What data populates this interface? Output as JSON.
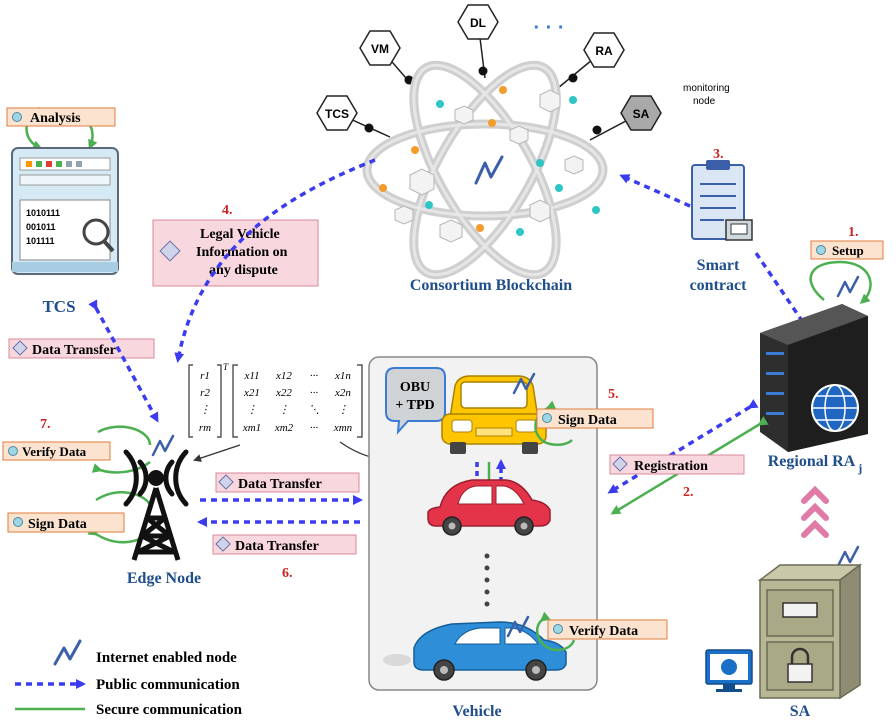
{
  "blockchain": {
    "title": "Consortium Blockchain",
    "nodes": [
      "TCS",
      "VM",
      "DL",
      "RA",
      "SA"
    ],
    "ellipsis": "· · ·",
    "monitoring_node_label": "monitoring node",
    "monitoring_line1": "monitoring",
    "monitoring_line2": "node"
  },
  "tcs": {
    "label": "TCS",
    "analysis_tag": "Analysis",
    "screen_lines": [
      "1010111",
      "001011",
      "101111"
    ]
  },
  "smart_contract": {
    "line1": "Smart",
    "line2": "contract"
  },
  "regional_ra": {
    "label": "Regional RA",
    "subscript": "j",
    "setup_tag": "Setup"
  },
  "sa": {
    "label": "SA"
  },
  "edge_node": {
    "label": "Edge Node",
    "verify_tag": "Verify Data",
    "sign_tag": "Sign Data"
  },
  "vehicle": {
    "label": "Vehicle",
    "obu_line1": "OBU",
    "obu_line2": "+ TPD",
    "sign_tag": "Sign Data",
    "verify_tag": "Verify Data"
  },
  "steps": {
    "s1": "1.",
    "s2": "2.",
    "s3": "3.",
    "s4": "4.",
    "s5": "5.",
    "s6": "6.",
    "s7": "7."
  },
  "tags": {
    "legal_line1": "Legal Vehicle",
    "legal_line2": "Information on",
    "legal_line3": "any dispute",
    "tcs_data_transfer": "Data Transfer",
    "edge_data_transfer_1": "Data Transfer",
    "edge_data_transfer_2": "Data Transfer",
    "registration": "Registration"
  },
  "matrix": {
    "r_col": [
      "r1",
      "r2",
      "⋮",
      "rm"
    ],
    "row1": [
      "x11",
      "x12",
      "···",
      "x1n"
    ],
    "row2": [
      "x21",
      "x22",
      "···",
      "x2n"
    ],
    "row3": [
      "⋮",
      "⋮",
      "⋱",
      "⋮"
    ],
    "row4": [
      "xm1",
      "xm2",
      "···",
      "xmn"
    ],
    "transpose": "T"
  },
  "legend": {
    "internet": "Internet enabled node",
    "public": "Public communication",
    "secure": "Secure communication"
  },
  "colors": {
    "step_red": "#cc2222",
    "public_blue": "#3b3bf0",
    "secure_green": "#4caf50",
    "tag_fill": "#fbe3cf",
    "tag_stroke": "#e07e3c",
    "tag2_fill": "#f8d7de",
    "tag2_stroke": "#d78a9c",
    "label_blue": "#1f4e8c"
  }
}
